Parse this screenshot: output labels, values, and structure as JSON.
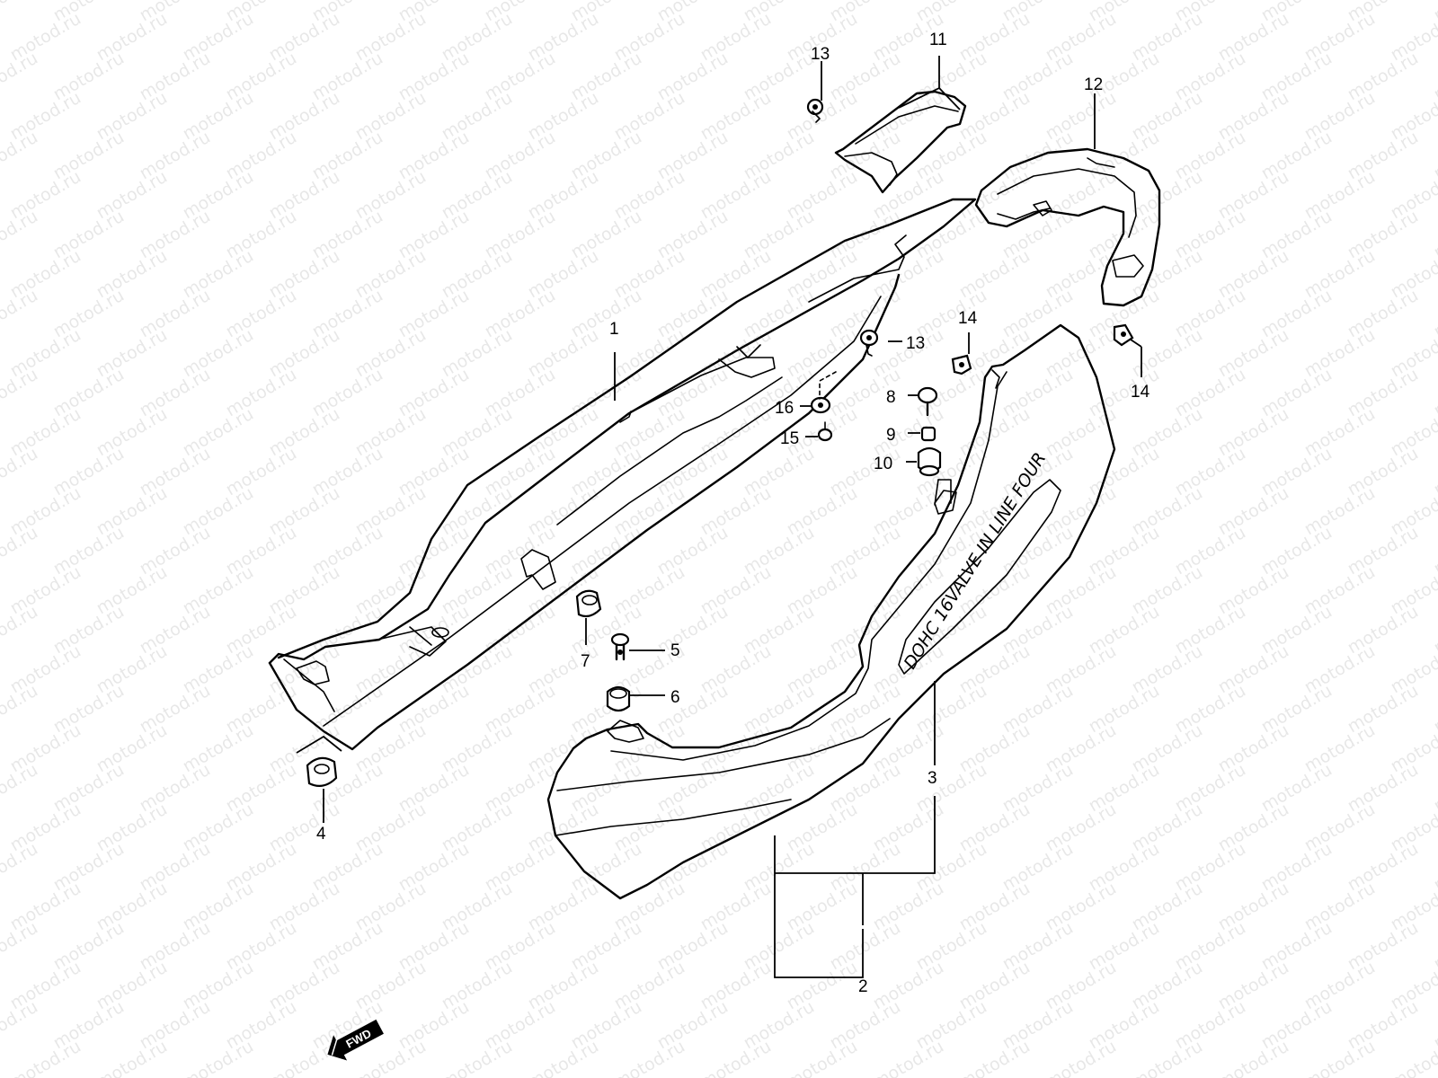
{
  "watermark": "motod.ru",
  "decal_text": "DOHC 16VALVE IN LINE FOUR",
  "fwd_label": "FWD",
  "callouts": {
    "p1": "1",
    "p2": "2",
    "p3": "3",
    "p4": "4",
    "p5": "5",
    "p6": "6",
    "p7": "7",
    "p8": "8",
    "p9": "9",
    "p10": "10",
    "p11": "11",
    "p12": "12",
    "p13a": "13",
    "p13b": "13",
    "p14a": "14",
    "p14b": "14",
    "p15": "15",
    "p16": "16"
  },
  "colors": {
    "line": "#000000",
    "background": "#ffffff"
  }
}
